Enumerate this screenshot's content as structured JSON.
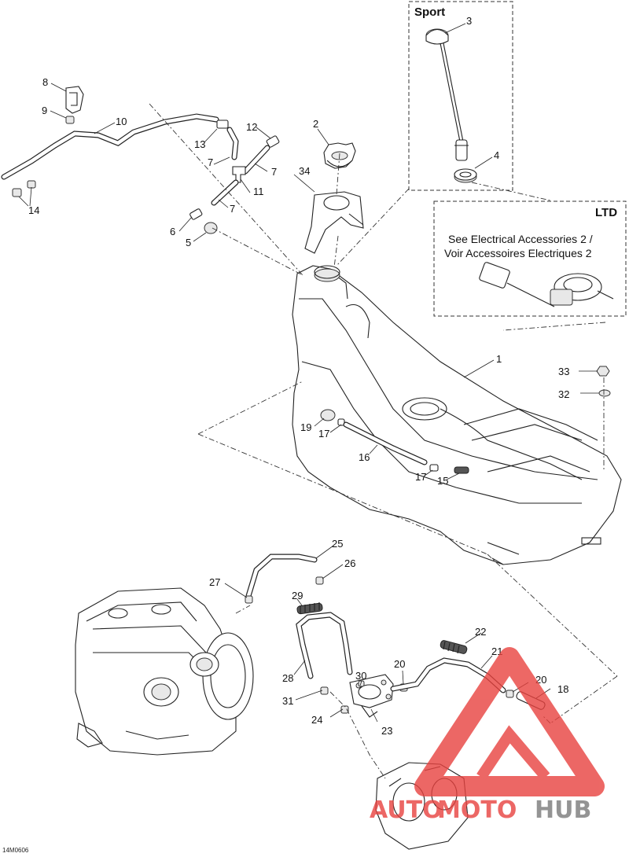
{
  "diagram": {
    "boxes": {
      "sport": {
        "title": "Sport"
      },
      "ltd": {
        "title": "LTD",
        "note_line1": "See Electrical Accessories 2 /",
        "note_line2": "Voir Accessoires Electriques 2"
      }
    },
    "callouts": [
      "1",
      "2",
      "3",
      "4",
      "5",
      "6",
      "7",
      "7",
      "7",
      "8",
      "9",
      "10",
      "11",
      "12",
      "13",
      "14",
      "15",
      "16",
      "17",
      "17",
      "18",
      "19",
      "20",
      "20",
      "21",
      "22",
      "23",
      "24",
      "25",
      "26",
      "27",
      "28",
      "29",
      "30",
      "31",
      "32",
      "33",
      "34"
    ],
    "figure_code": "14M0606",
    "watermark": {
      "part1": "AUTO",
      "part2": "MOTO",
      "part3": "HUB"
    },
    "colors": {
      "watermark_red": "#e8423f",
      "watermark_dark": "#7a7a7a",
      "line": "#222222"
    }
  }
}
